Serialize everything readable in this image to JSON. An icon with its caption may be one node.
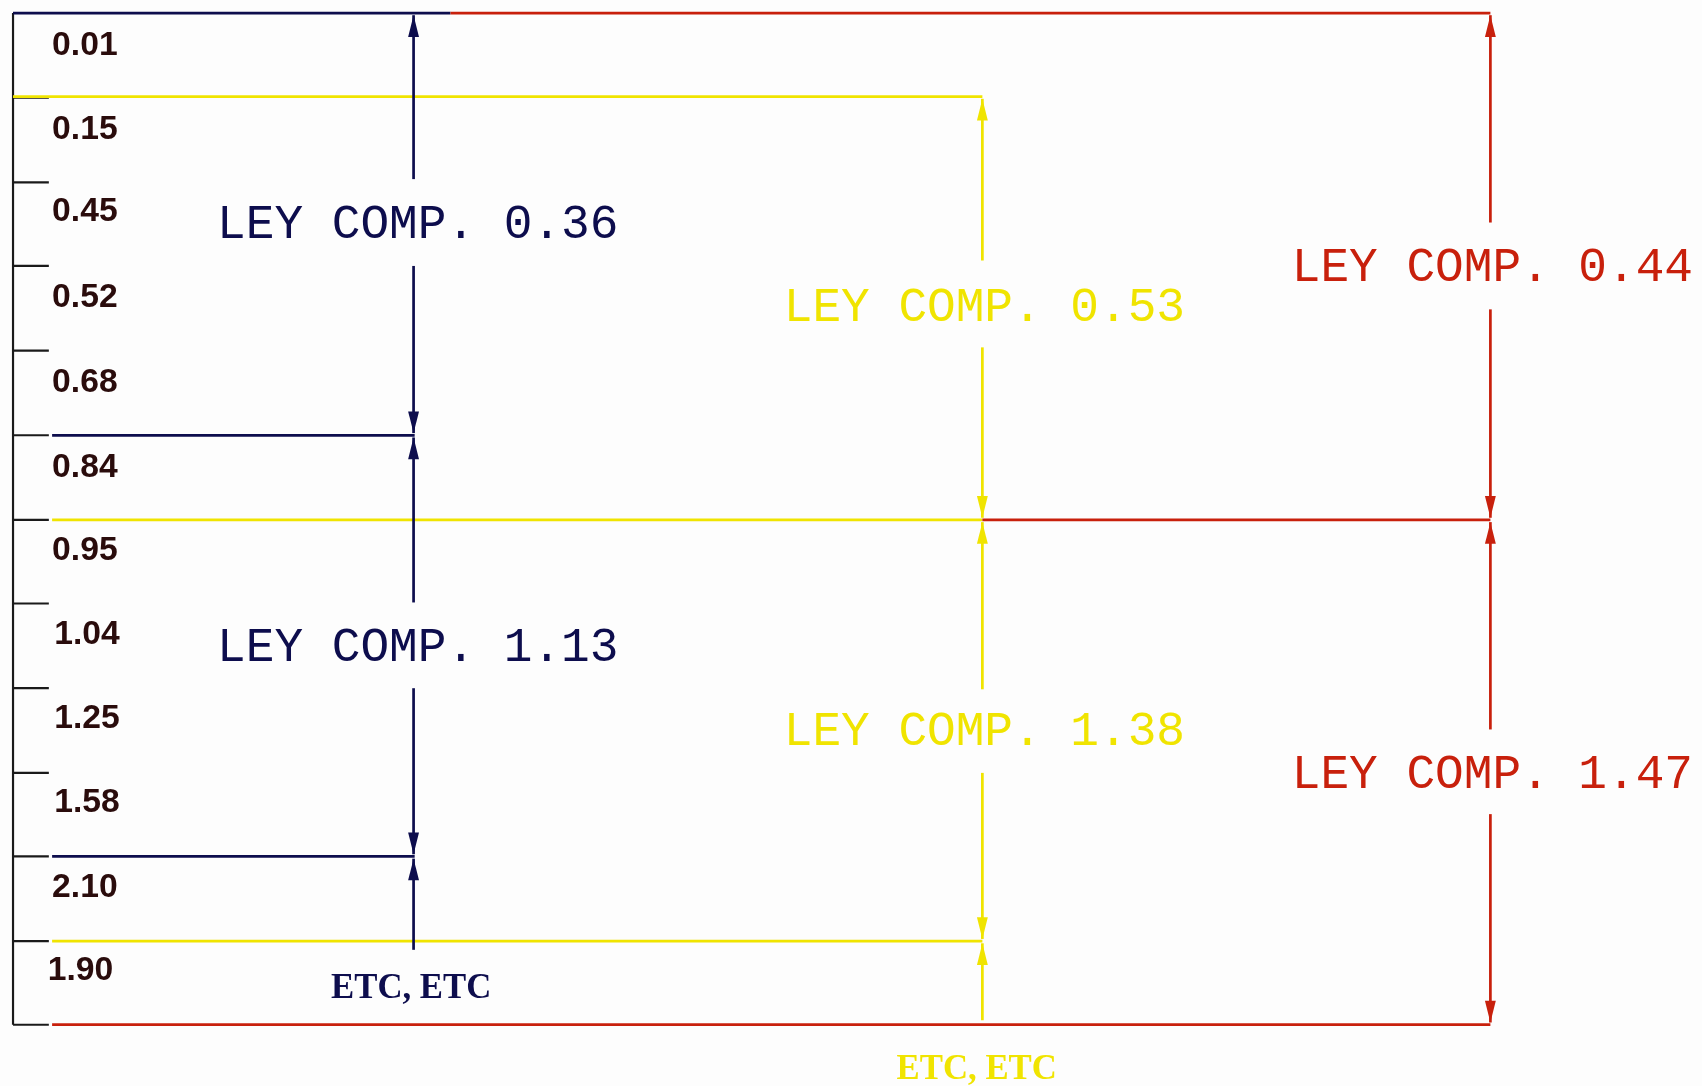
{
  "diagram": {
    "labels": [
      "0.01",
      "0.15",
      "0.45",
      "LEY COMP. 0.36",
      "LEY COMP. 0.44",
      "0.52",
      "LEY COMP. 0.53",
      "0.68",
      "0.84",
      "0.95",
      "1.04",
      "LEY COMP. 1.13",
      "1.25",
      "LEY COMP. 1.38",
      "LEY COMP. 1.47",
      "1.58",
      "2.10",
      "1.90",
      "ETC, ETC",
      "ETC, ETC"
    ]
  }
}
